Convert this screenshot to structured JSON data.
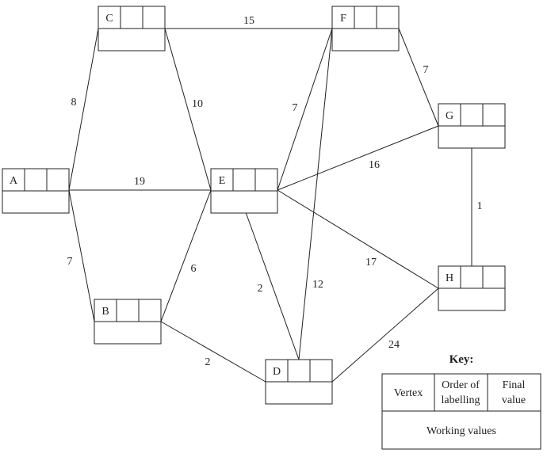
{
  "vertices": [
    {
      "id": "A",
      "label": "A"
    },
    {
      "id": "B",
      "label": "B"
    },
    {
      "id": "C",
      "label": "C"
    },
    {
      "id": "D",
      "label": "D"
    },
    {
      "id": "E",
      "label": "E"
    },
    {
      "id": "F",
      "label": "F"
    },
    {
      "id": "G",
      "label": "G"
    },
    {
      "id": "H",
      "label": "H"
    }
  ],
  "edges": [
    {
      "from": "A",
      "to": "C",
      "weight": "8"
    },
    {
      "from": "A",
      "to": "E",
      "weight": "19"
    },
    {
      "from": "A",
      "to": "B",
      "weight": "7"
    },
    {
      "from": "C",
      "to": "F",
      "weight": "15"
    },
    {
      "from": "C",
      "to": "E",
      "weight": "10"
    },
    {
      "from": "B",
      "to": "E",
      "weight": "6"
    },
    {
      "from": "B",
      "to": "D",
      "weight": "2"
    },
    {
      "from": "E",
      "to": "F",
      "weight": "7"
    },
    {
      "from": "E",
      "to": "G",
      "weight": "16"
    },
    {
      "from": "E",
      "to": "H",
      "weight": "17"
    },
    {
      "from": "E",
      "to": "D",
      "weight": "2"
    },
    {
      "from": "F",
      "to": "D",
      "weight": "12"
    },
    {
      "from": "F",
      "to": "G",
      "weight": "7"
    },
    {
      "from": "G",
      "to": "H",
      "weight": "1"
    },
    {
      "from": "D",
      "to": "H",
      "weight": "24"
    }
  ],
  "key": {
    "title": "Key:",
    "vertex": "Vertex",
    "order_line1": "Order of",
    "order_line2": "labelling",
    "final_line1": "Final",
    "final_line2": "value",
    "working": "Working values"
  }
}
